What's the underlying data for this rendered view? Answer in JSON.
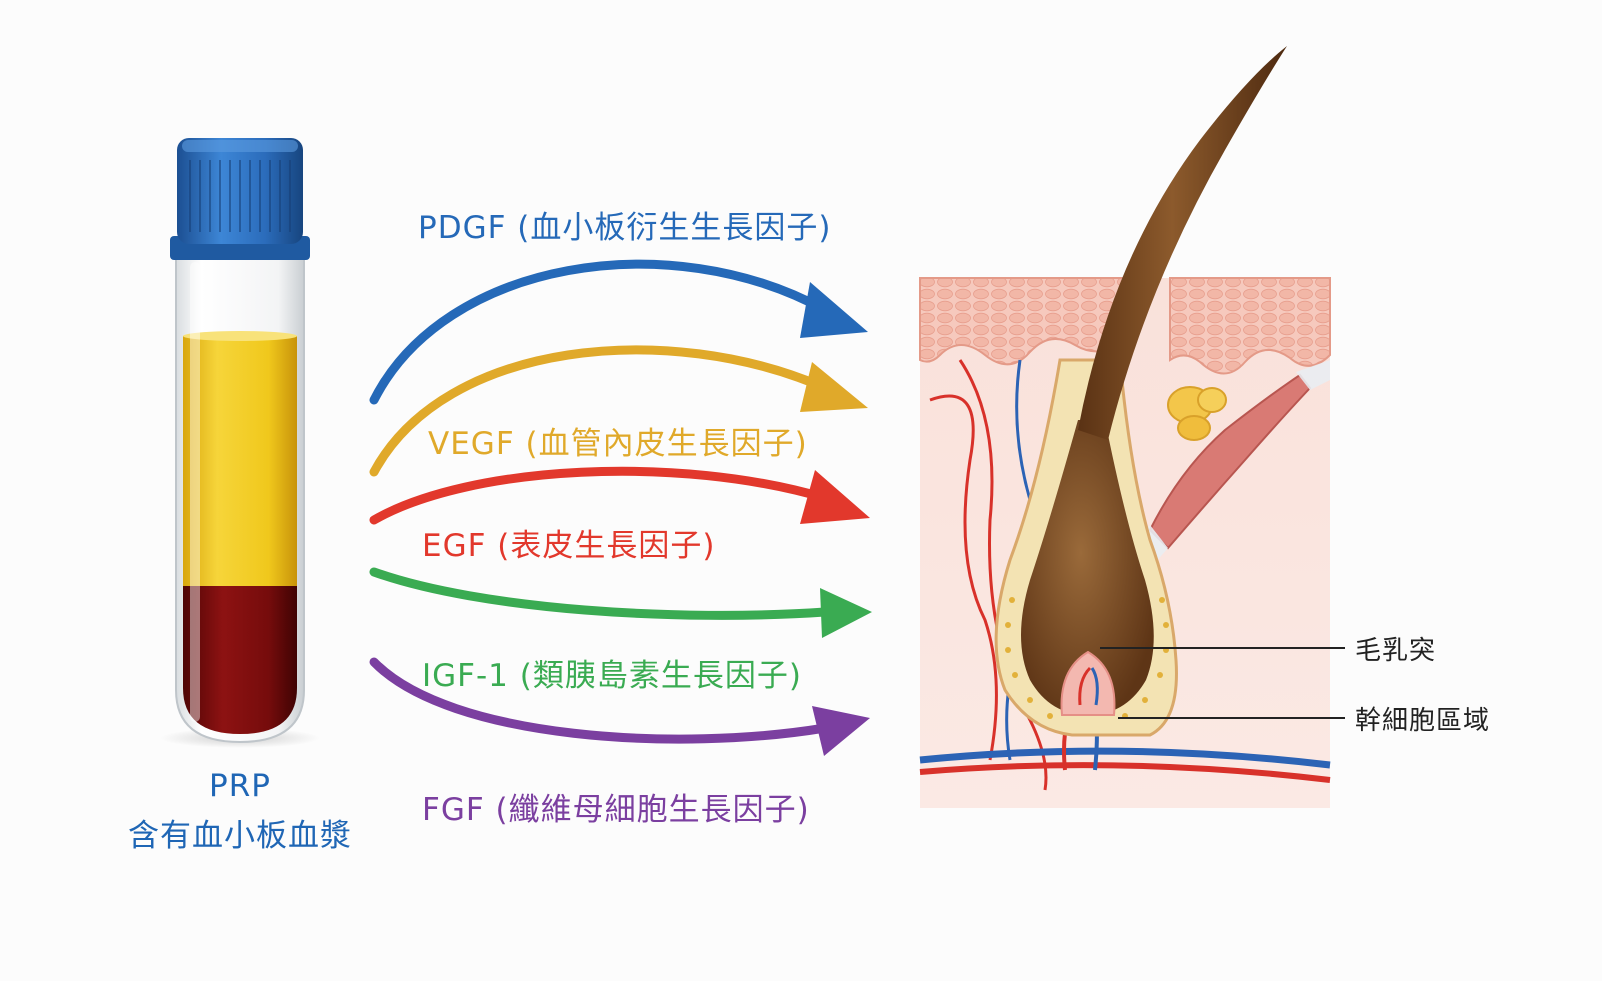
{
  "tube": {
    "label_line1": "PRP",
    "label_line2": "含有血小板血漿",
    "label_color": "#1f66b5",
    "cap_color": "#2a6bb8",
    "plasma_color": "#efc81a",
    "blood_color": "#7a0a0a"
  },
  "growth_factors": [
    {
      "label": "PDGF (血小板衍生生長因子)",
      "color": "#2569b8",
      "arrow-icon": "curved-arrow-icon"
    },
    {
      "label": "VEGF (血管內皮生長因子)",
      "color": "#e0a92a",
      "arrow-icon": "curved-arrow-icon"
    },
    {
      "label": "EGF (表皮生長因子)",
      "color": "#e2382c",
      "arrow-icon": "curved-arrow-icon"
    },
    {
      "label": "IGF-1 (類胰島素生長因子)",
      "color": "#3aab52",
      "arrow-icon": "curved-arrow-icon"
    },
    {
      "label": "FGF (纖維母細胞生長因子)",
      "color": "#7b3fa0",
      "arrow-icon": "curved-arrow-icon"
    }
  ],
  "anatomy": {
    "papilla_label": "毛乳突",
    "stem_cell_label": "幹細胞區域",
    "skin_color": "#f7d9d2",
    "hair_color": "#7a4a22",
    "artery_color": "#d8312a",
    "vein_color": "#2c63b5"
  }
}
